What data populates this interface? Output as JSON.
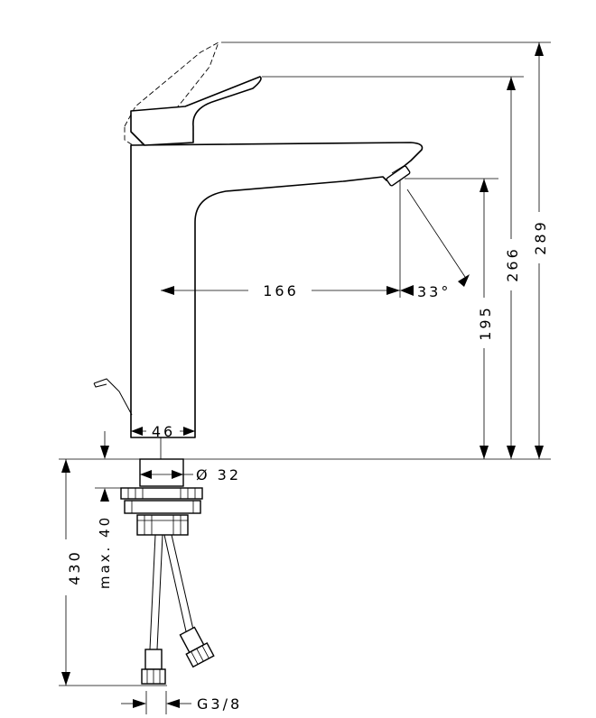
{
  "dimensions": {
    "total_height": "289",
    "lever_height": "266",
    "spout_height": "195",
    "reach": "166",
    "spray_angle": "33°",
    "body_width": "46",
    "shank_diameter": "Ø 32",
    "under_counter_length": "430",
    "max_counter_thickness": "max. 40",
    "connection_thread": "G3/8"
  }
}
